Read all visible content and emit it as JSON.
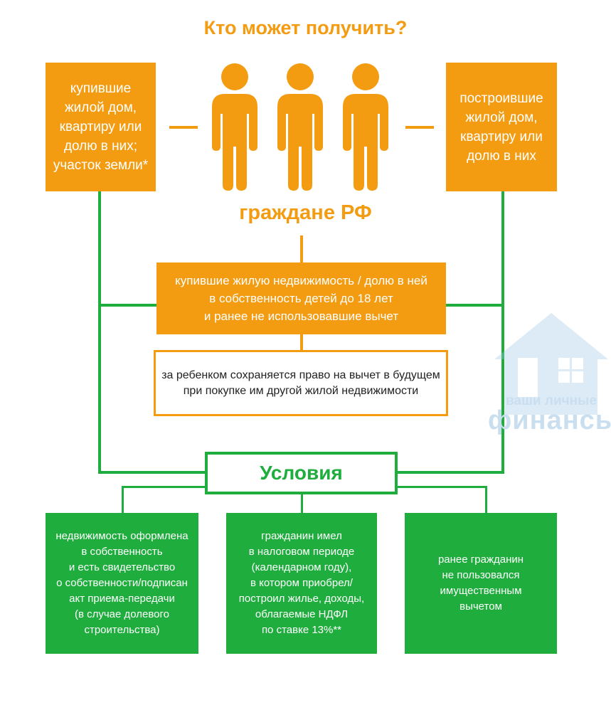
{
  "title": "Кто может получить?",
  "citizens_label": "граждане РФ",
  "left_box": "купившие\nжилой дом,\nквартиру или\nдолю в них;\nучасток земли*",
  "right_box": "построившие\nжилой дом,\nквартиру или\nдолю в них",
  "children_box": "купившие жилую недвижимость / долю в ней\nв собственность детей до 18 лет\nи ранее не использовавшие вычет",
  "note_box": "за ребенком сохраняется право на вычет в будущем\nпри покупке им другой жилой недвижимости",
  "conditions_title": "Условия",
  "conditions": [
    "недвижимость оформлена\nв собственность\nи есть свидетельство\nо собственности/подписан\nакт приема-передачи\n(в случае долевого\nстроительства)",
    "гражданин имел\nв налоговом периоде\n(календарном году),\nв котором приобрел/\nпостроил жилье, доходы,\nоблагаемые НДФЛ\nпо ставке 13%**",
    "ранее гражданин\nне пользовался\nимущественным\nвычетом"
  ],
  "watermark": {
    "line1": "ваши личные",
    "line2": "финансы"
  },
  "colors": {
    "orange": "#f39c12",
    "green": "#1fae3e",
    "watermark": "#c9dff0"
  },
  "icons": [
    "person-icon",
    "person-icon",
    "person-icon",
    "house-watermark-icon"
  ]
}
